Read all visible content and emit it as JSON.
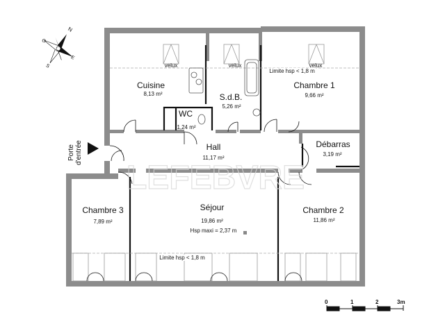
{
  "rooms": [
    {
      "name": "Cuisine",
      "area": "8,13 m²"
    },
    {
      "name": "S.d.B.",
      "area": "5,26 m²"
    },
    {
      "name": "Chambre 1",
      "area": "9,66 m²"
    },
    {
      "name": "WC",
      "area": "1,24 m²"
    },
    {
      "name": "Débarras",
      "area": "3,19 m²"
    },
    {
      "name": "Hall",
      "area": "11,17 m²"
    },
    {
      "name": "Chambre 3",
      "area": "7,89 m²"
    },
    {
      "name": "Séjour",
      "area": "19,86 m²",
      "extra": "Hsp maxi = 2,37 m"
    },
    {
      "name": "Chambre 2",
      "area": "11,86 m²"
    }
  ],
  "velux_label": "velux",
  "limit_note": "Limite hsp < 1,8 m",
  "entrance": {
    "line1": "Porte",
    "line2": "d'entrée"
  },
  "compass": {
    "n": "N",
    "o": "O",
    "s": "S",
    "e": "E"
  },
  "scale": {
    "labels": [
      "0",
      "1",
      "2",
      "3m"
    ]
  },
  "watermark": "LEFEBVRE",
  "colors": {
    "wall": "#8c8c8c",
    "line": "#111111",
    "dash": "#aaaaaa"
  }
}
